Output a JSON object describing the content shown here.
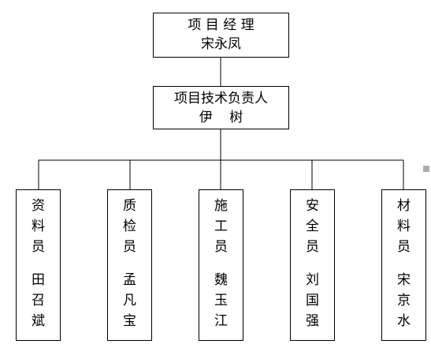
{
  "manager": {
    "title": "项 目 经 理",
    "name": "宋永凤"
  },
  "tech_lead": {
    "title": "项目技术负责人",
    "name": "伊    树"
  },
  "staff": [
    {
      "role": "资料员",
      "name": "田召斌"
    },
    {
      "role": "质检员",
      "name": "孟凡宝"
    },
    {
      "role": "施工员",
      "name": "魏玉江"
    },
    {
      "role": "安全员",
      "name": "刘国强"
    },
    {
      "role": "材料员",
      "name": "宋京水"
    }
  ]
}
